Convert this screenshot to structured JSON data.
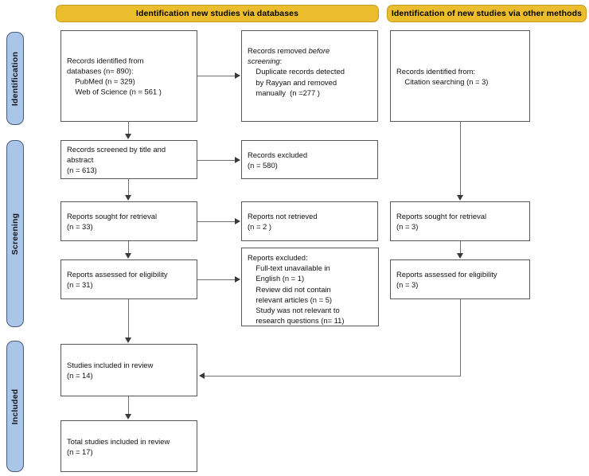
{
  "diagram": {
    "title": "PRISMA flow diagram",
    "colors": {
      "banner_fill": "#EBBD2D",
      "banner_border": "#C69A22",
      "phase_fill": "#A9C5E8",
      "phase_border": "#4B5B74",
      "box_border": "#58585A",
      "connector": "#6F6F70",
      "background": "#FFFFFF",
      "text": "#111111"
    }
  },
  "banners": {
    "databases": "Identification new studies via databases",
    "other_methods": "Identification of new studies via other methods"
  },
  "phases": [
    {
      "id": "identification",
      "label": "Identification"
    },
    {
      "id": "screening",
      "label": "Screening"
    },
    {
      "id": "included",
      "label": "Included"
    }
  ],
  "boxes": {
    "records_identified": {
      "line1": "Records identified from",
      "line2": "databases (n= 890):",
      "line3": "    PubMed (n = 329)",
      "line4": "    Web of Science (n = 561 )"
    },
    "records_removed": {
      "line1": "Records removed ",
      "emph": "before",
      "line2": "screening",
      "line2_tail": ":",
      "line3": "    Duplicate records detected",
      "line4": "    by Rayyan and removed",
      "line5": "    manually  (n =277 )"
    },
    "records_identified_other": {
      "line1": "Records identified from:",
      "line2": "    Citation searching (n = 3)"
    },
    "records_screened": {
      "line1": "Records screened by title and",
      "line2": "abstract",
      "line3": "(n = 613)"
    },
    "records_excluded": {
      "line1": "Records excluded",
      "line2": "(n = 580)"
    },
    "reports_sought": {
      "line1": "Reports sought for retrieval",
      "line2": "(n = 33)"
    },
    "reports_not_retrieved": {
      "line1": "Reports not retrieved",
      "line2": "(n = 2 )"
    },
    "reports_sought_other": {
      "line1": "Reports sought for retrieval",
      "line2": "(n = 3)"
    },
    "reports_assessed": {
      "line1": "Reports assessed for eligibility",
      "line2": "(n = 31)"
    },
    "reports_excluded": {
      "line1": "Reports excluded:",
      "line2": "    Full-text unavailable in",
      "line3": "    English (n = 1)",
      "line4": "    Review did not contain",
      "line5": "    relevant articles (n = 5)",
      "line6": "    Study was not relevant to",
      "line7": "    research questions (n= 11)"
    },
    "reports_assessed_other": {
      "line1": "Reports assessed for eligibility",
      "line2": "(n = 3)"
    },
    "studies_included": {
      "line1": "Studies included in review",
      "line2": "(n = 14)"
    },
    "total_included": {
      "line1": "Total studies included in review",
      "line2": "(n = 17)"
    }
  }
}
